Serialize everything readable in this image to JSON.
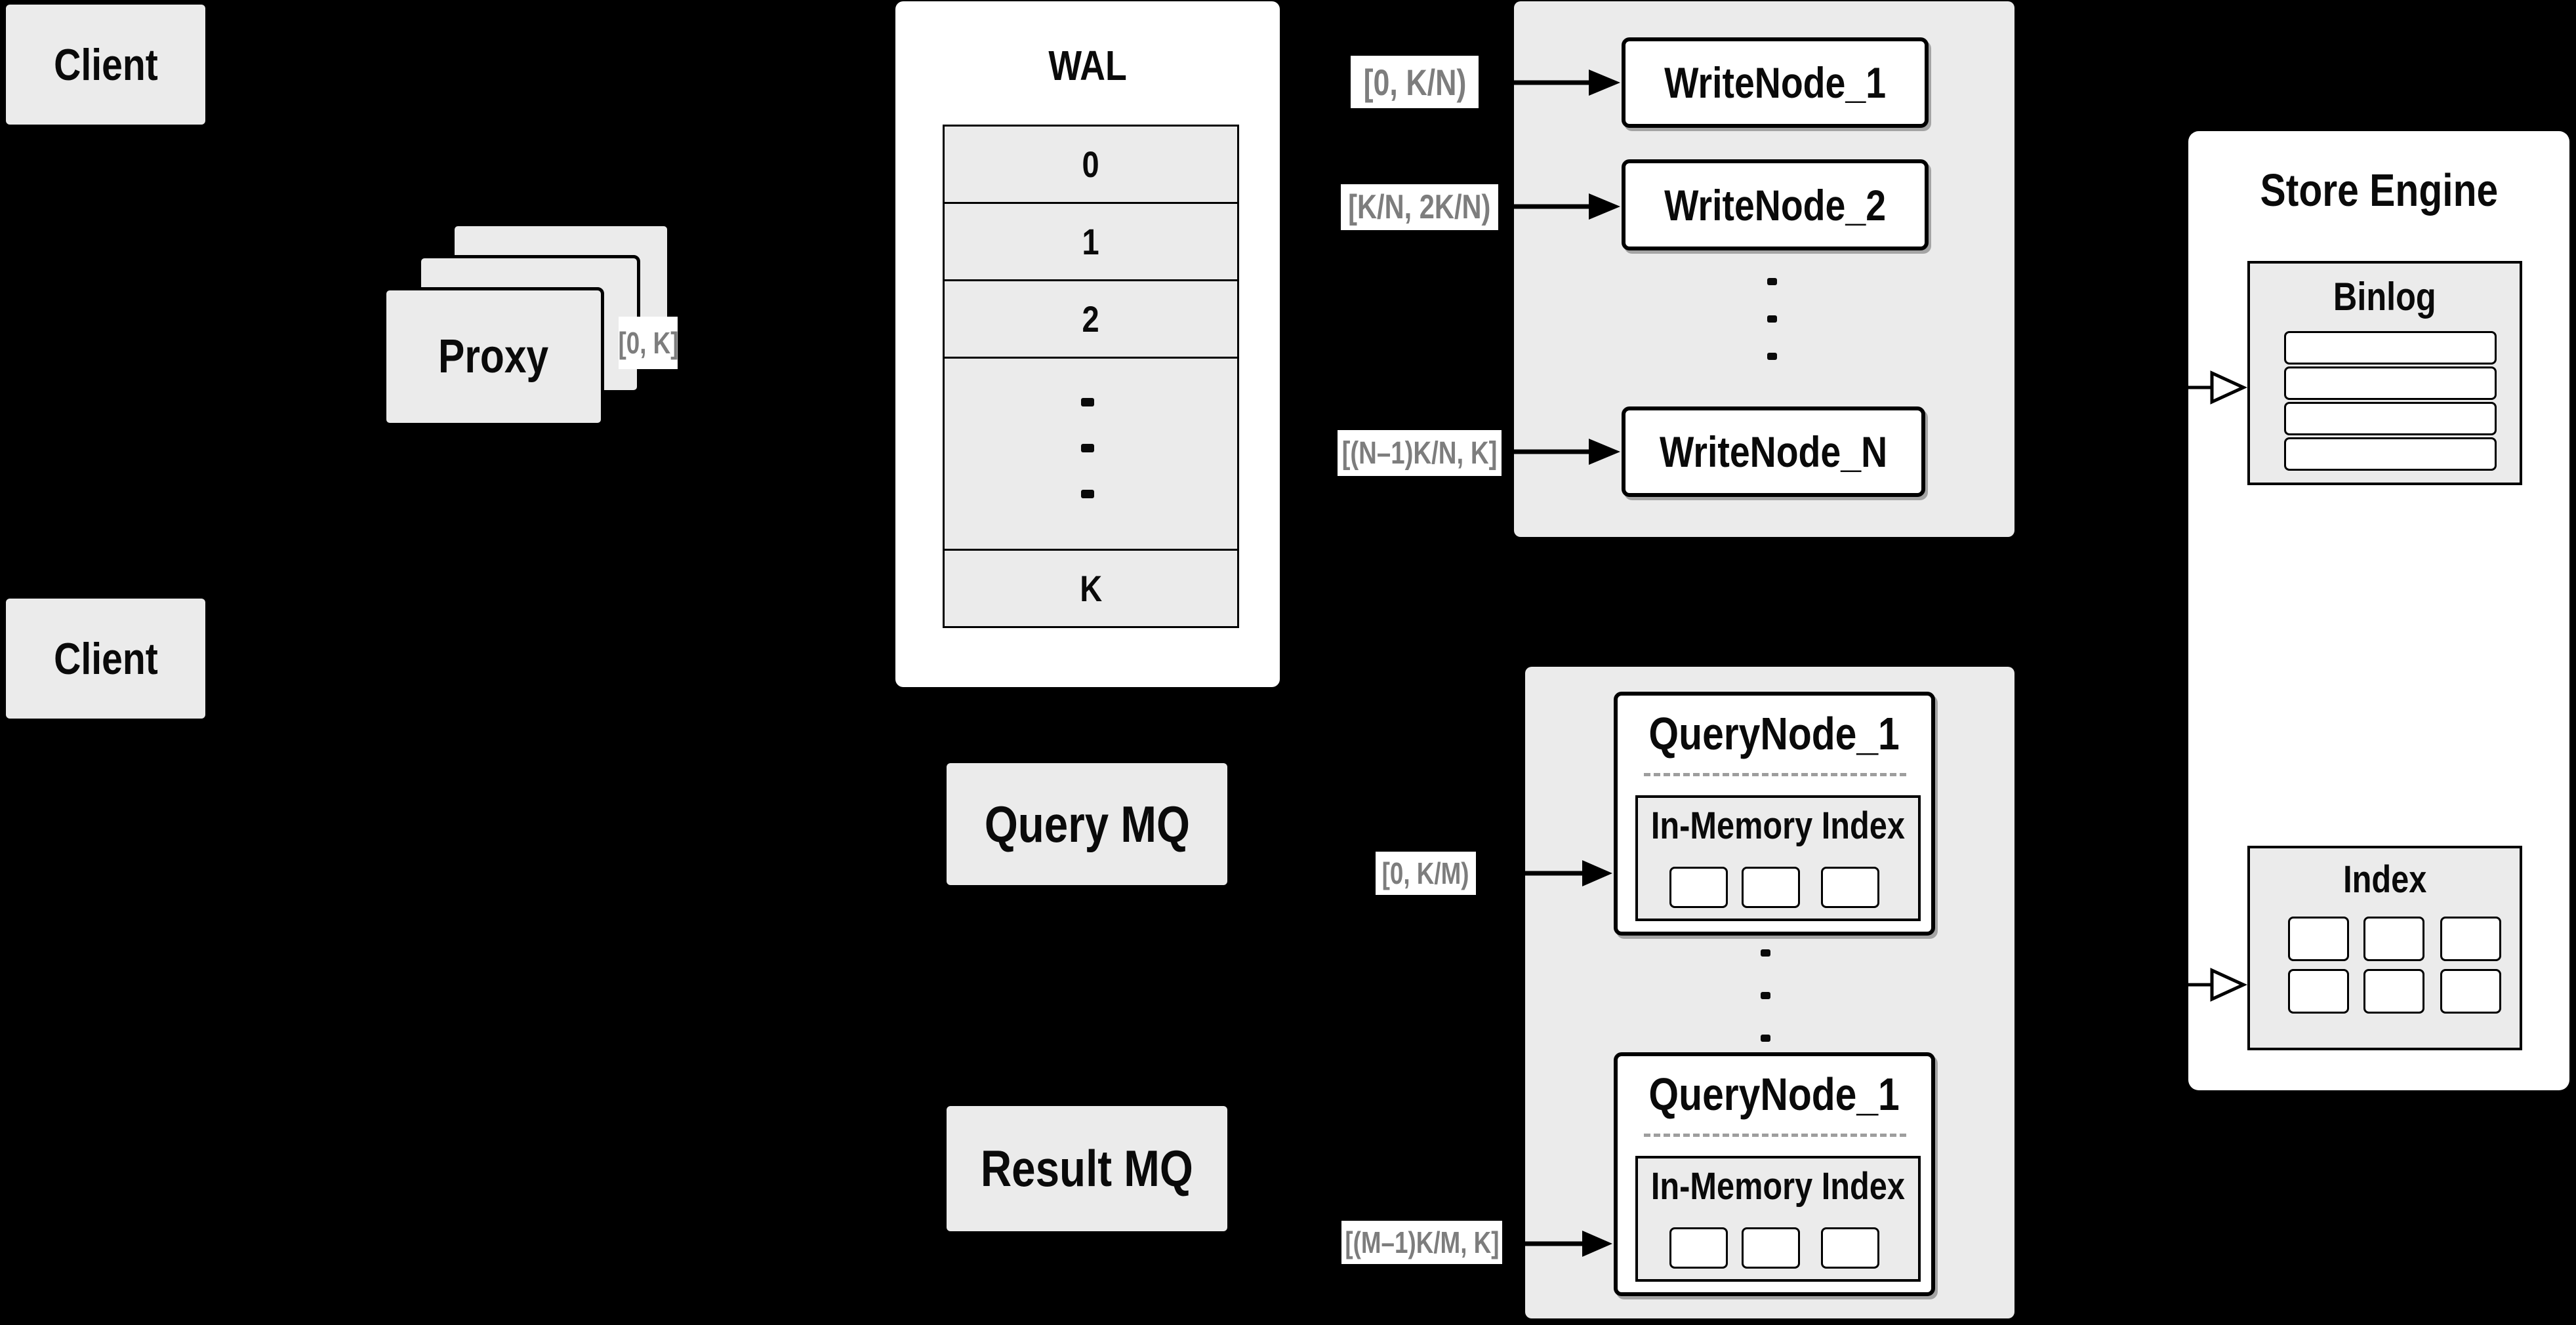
{
  "colors": {
    "background": "#000000",
    "panel": "#ebebeb",
    "surface": "#ffffff",
    "border": "#000000",
    "muted_label_text": "#7d7d7d",
    "dashed_separator": "#9e9e9e"
  },
  "clients": {
    "top": "Client",
    "bottom": "Client"
  },
  "proxy": {
    "label": "Proxy"
  },
  "edge_labels": {
    "proxy_out": "[0, K]",
    "write": [
      "[0, K/N)",
      "[K/N, 2K/N)",
      "[(N–1)K/N, K]"
    ],
    "query": [
      "[0, K/M)",
      "[(M–1)K/M, K]"
    ]
  },
  "wal": {
    "title": "WAL",
    "rows": [
      "0",
      "1",
      "2",
      "K"
    ]
  },
  "write_cluster": {
    "nodes": [
      "WriteNode_1",
      "WriteNode_2",
      "WriteNode_N"
    ]
  },
  "store_engine": {
    "title": "Store Engine",
    "binlog": "Binlog",
    "index": "Index"
  },
  "mq": {
    "query": "Query MQ",
    "result": "Result MQ"
  },
  "query_cluster": {
    "nodes": [
      {
        "title": "QueryNode_1",
        "inner": "In-Memory Index"
      },
      {
        "title": "QueryNode_1",
        "inner": "In-Memory Index"
      }
    ]
  }
}
